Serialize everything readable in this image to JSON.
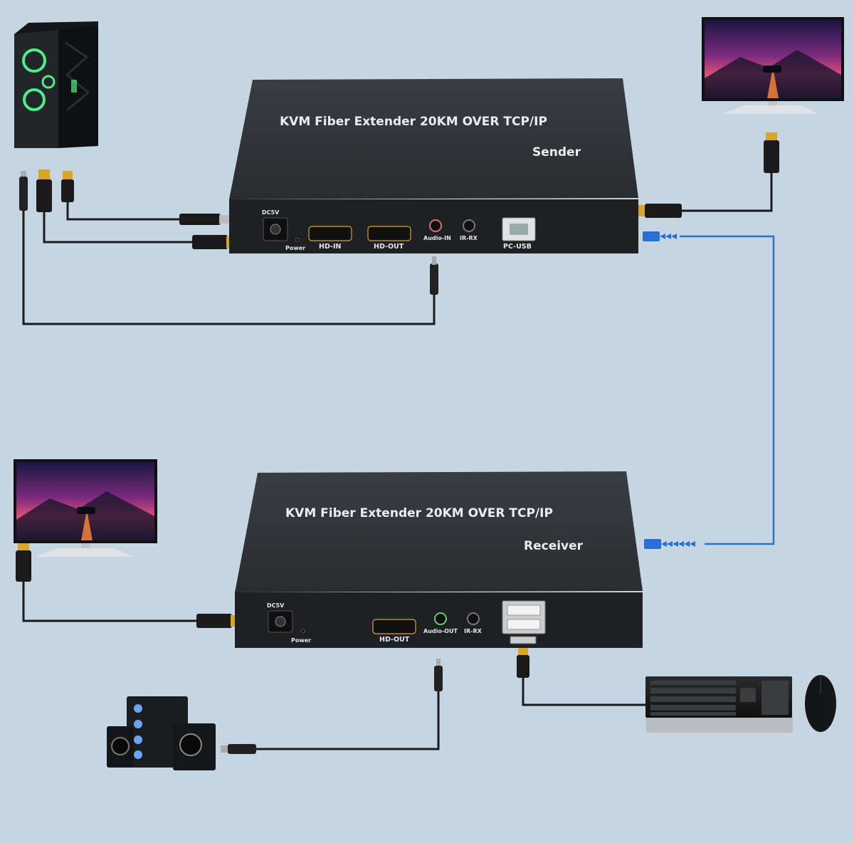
{
  "sender": {
    "title": "KVM Fiber Extender 20KM OVER TCP/IP",
    "role": "Sender",
    "ports": {
      "dc": "DC5V",
      "power": "Power",
      "hd_in": "HD-IN",
      "hd_out": "HD-OUT",
      "audio_in": "Audio-IN",
      "ir_rx": "IR-RX",
      "pc_usb": "PC-USB"
    }
  },
  "receiver": {
    "title": "KVM Fiber Extender 20KM OVER TCP/IP",
    "role": "Receiver",
    "ports": {
      "dc": "DC5V",
      "power": "Power",
      "hd_out": "HD-OUT",
      "audio_out": "Audio-OUT",
      "ir_rx": "IR-RX"
    }
  },
  "colors": {
    "background": "#c5d6e2",
    "device_body": "#2c2f33",
    "fiber_cable": "#2a6fd6",
    "cable": "#1c1c1c"
  },
  "icons": [
    "pc-tower-icon",
    "monitor-icon",
    "speaker-icon",
    "keyboard-icon",
    "mouse-icon"
  ]
}
